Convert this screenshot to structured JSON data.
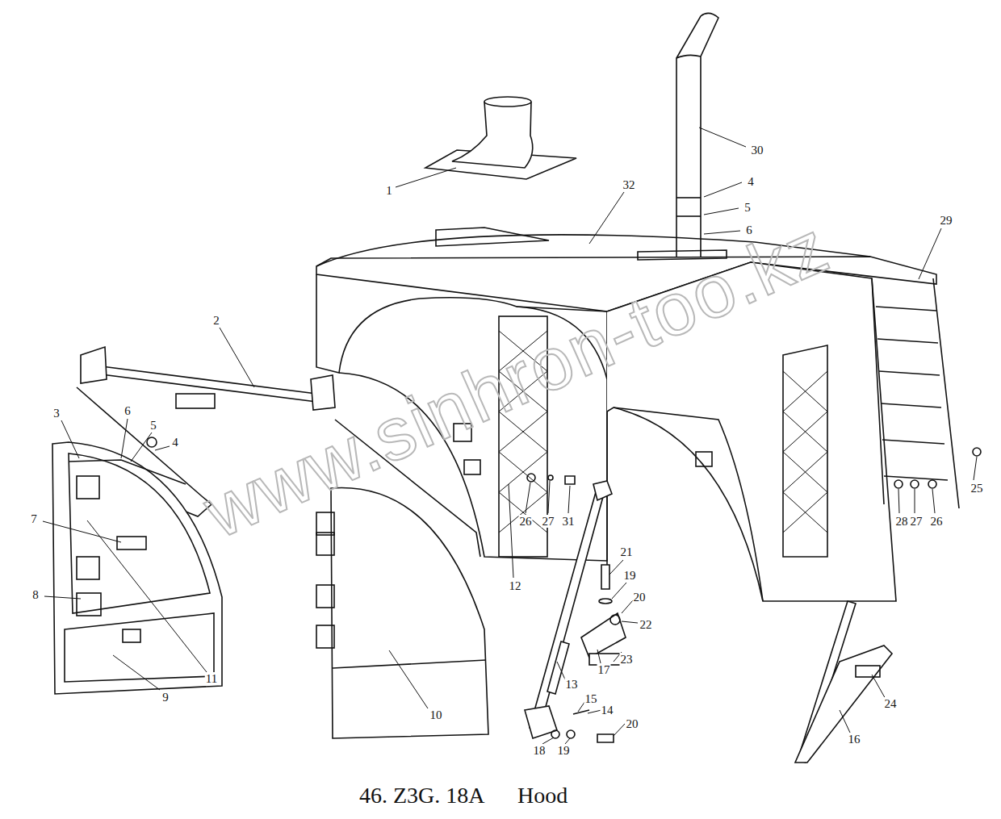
{
  "diagram": {
    "caption": "46. Z3G. 18A      Hood",
    "labels": [
      "1",
      "2",
      "3",
      "6",
      "5",
      "4",
      "7",
      "8",
      "9",
      "11",
      "10",
      "30",
      "4",
      "5",
      "6",
      "32",
      "29",
      "25",
      "28",
      "27",
      "26",
      "12",
      "26",
      "27",
      "31",
      "21",
      "19",
      "20",
      "22",
      "23",
      "17",
      "13",
      "15",
      "14",
      "20",
      "18",
      "19",
      "24",
      "16",
      "www.sinhron-too.kz"
    ]
  }
}
